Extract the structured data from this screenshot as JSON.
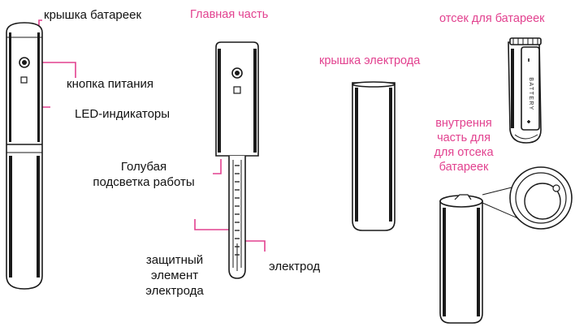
{
  "labels": {
    "battery_cap": "крышка батареек",
    "main_part": "Главная часть",
    "battery_compartment": "отсек для батареек",
    "electrode_cap": "крышка электрода",
    "power_button": "кнопка питания",
    "led_indicators": "LED-индикаторы",
    "inner_part": [
      "внутрення",
      "часть для",
      "для отсека",
      "батареек"
    ],
    "backlight": [
      "Голубая",
      "подсветка работы"
    ],
    "electrode_guard": [
      "защитный",
      "элемент",
      "электрода"
    ],
    "electrode": "электрод",
    "battery_label": "BATTERY"
  },
  "colors": {
    "callout_pink": "#e2418f",
    "outline": "#1a1a1a",
    "text": "#111111"
  }
}
